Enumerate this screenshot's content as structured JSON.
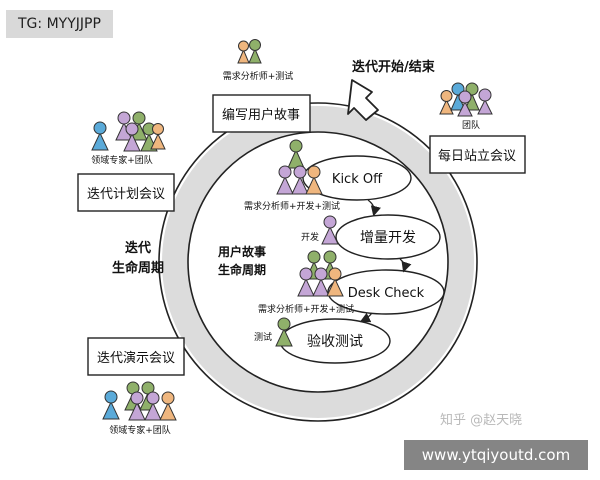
{
  "overlay_tag": "TG: MYYJJPP",
  "site_banner": "www.ytqiyoutd.com",
  "watermark": "知乎 @赵天晓",
  "start_end_label": "迭代开始/结束",
  "outer_cycle": {
    "line1": "迭代",
    "line2": "生命周期"
  },
  "inner_cycle": {
    "line1": "用户故事",
    "line2": "生命周期"
  },
  "boxes": {
    "write_story": "编写用户故事",
    "standup": "每日站立会议",
    "planning": "迭代计划会议",
    "demo": "迭代演示会议"
  },
  "roles": {
    "write_story": "需求分析师+测试",
    "standup": "团队",
    "planning": "领域专家+团队",
    "demo": "领域专家+团队",
    "kickoff": "需求分析师+开发+测试",
    "dev": "开发",
    "desk_check": "需求分析师+开发+测试",
    "test": "测试"
  },
  "steps": {
    "kickoff": "Kick Off",
    "dev": "增量开发",
    "desk_check": "Desk Check",
    "acceptance": "验收测试"
  },
  "colors": {
    "analyst_green": "#8fb06a",
    "dev_purple": "#c4a6d6",
    "tester_orange": "#efb67e",
    "expert_blue": "#5aaad9",
    "ring_gray": "#dcdcdc"
  }
}
